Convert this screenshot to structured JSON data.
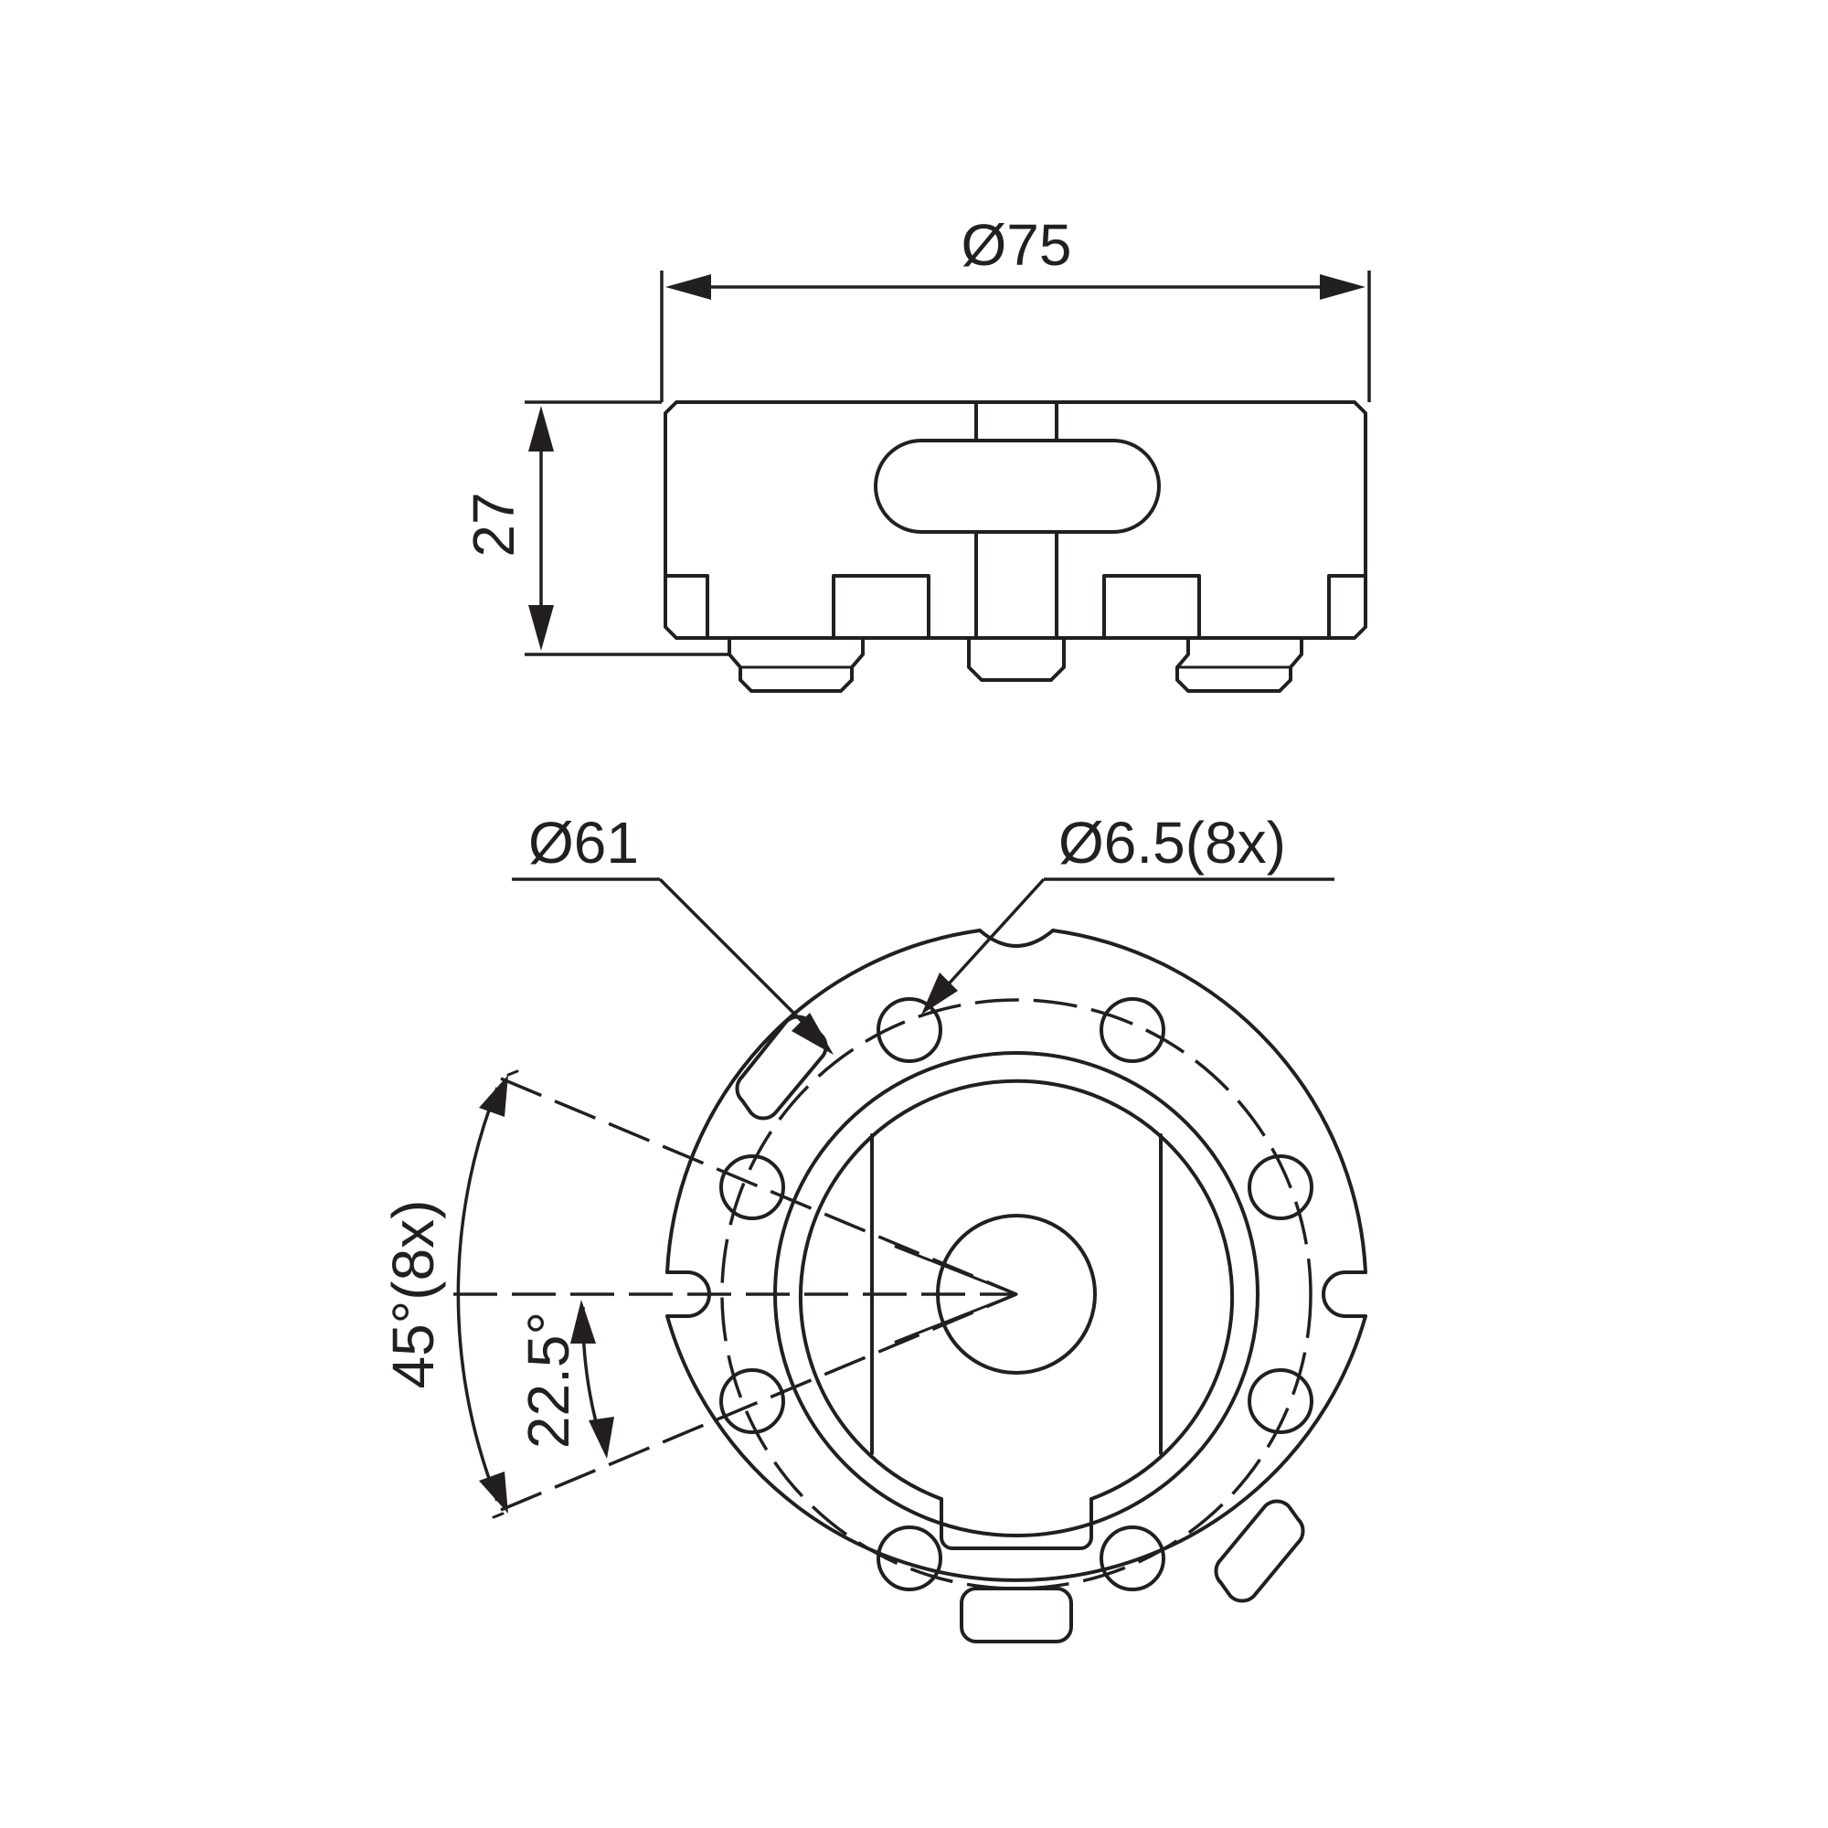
{
  "side_view": {
    "diameter_label": "Ø75",
    "height_label": "27"
  },
  "top_view": {
    "pitch_circle_label": "Ø61",
    "hole_label": "Ø6.5(8x)",
    "angle_spacing_label": "45°(8x)",
    "angle_offset_label": "22.5°"
  },
  "colors": {
    "line": "#231f20",
    "background": "#ffffff"
  }
}
